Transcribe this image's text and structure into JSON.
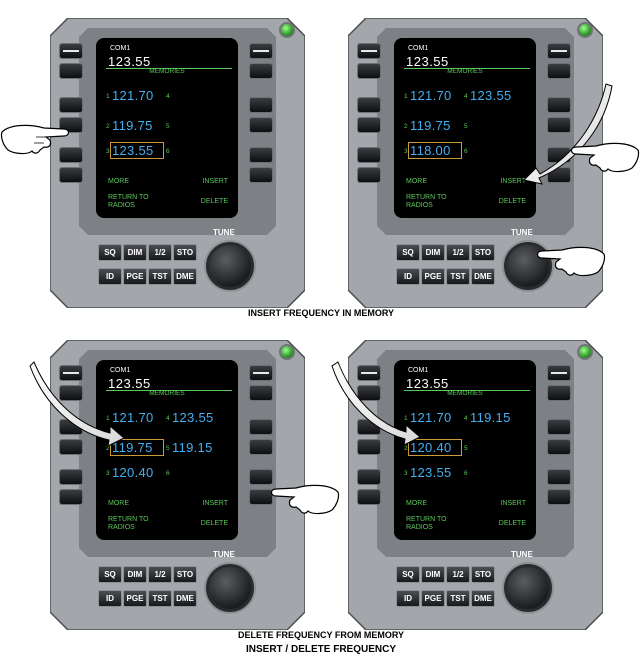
{
  "panels": [
    {
      "com_label": "COM1",
      "active": "123.55",
      "memories_title": "MEMORIES",
      "rows": [
        {
          "idx_l": "1",
          "left": "121.70",
          "idx_r": "4",
          "right": ""
        },
        {
          "idx_l": "2",
          "left": "119.75",
          "idx_r": "5",
          "right": ""
        },
        {
          "idx_l": "3",
          "left": "123.55",
          "idx_r": "6",
          "right": ""
        }
      ],
      "more": "MORE",
      "insert": "INSERT",
      "return1": "RETURN TO",
      "return2": "RADIOS",
      "delete": "DELETE"
    },
    {
      "com_label": "COM1",
      "active": "123.55",
      "memories_title": "MEMORIES",
      "rows": [
        {
          "idx_l": "1",
          "left": "121.70",
          "idx_r": "4",
          "right": "123.55"
        },
        {
          "idx_l": "2",
          "left": "119.75",
          "idx_r": "5",
          "right": ""
        },
        {
          "idx_l": "3",
          "left": "118.00",
          "idx_r": "6",
          "right": ""
        }
      ],
      "more": "MORE",
      "insert": "INSERT",
      "return1": "RETURN TO",
      "return2": "RADIOS",
      "delete": "DELETE"
    },
    {
      "com_label": "COM1",
      "active": "123.55",
      "memories_title": "MEMORIES",
      "rows": [
        {
          "idx_l": "1",
          "left": "121.70",
          "idx_r": "4",
          "right": "123.55"
        },
        {
          "idx_l": "2",
          "left": "119.75",
          "idx_r": "5",
          "right": "119.15"
        },
        {
          "idx_l": "3",
          "left": "120.40",
          "idx_r": "6",
          "right": ""
        }
      ],
      "more": "MORE",
      "insert": "INSERT",
      "return1": "RETURN TO",
      "return2": "RADIOS",
      "delete": "DELETE"
    },
    {
      "com_label": "COM1",
      "active": "123.55",
      "memories_title": "MEMORIES",
      "rows": [
        {
          "idx_l": "1",
          "left": "121.70",
          "idx_r": "4",
          "right": "119.15"
        },
        {
          "idx_l": "2",
          "left": "120.40",
          "idx_r": "5",
          "right": ""
        },
        {
          "idx_l": "3",
          "left": "123.55",
          "idx_r": "6",
          "right": ""
        }
      ],
      "more": "MORE",
      "insert": "INSERT",
      "return1": "RETURN TO",
      "return2": "RADIOS",
      "delete": "DELETE"
    }
  ],
  "keys": [
    "SQ",
    "DIM",
    "1/2",
    "STO",
    "ID",
    "PGE",
    "TST",
    "DME"
  ],
  "tune_label": "TUNE",
  "captions": {
    "insert": "INSERT FREQUENCY IN MEMORY",
    "delete": "DELETE FREQUENCY FROM MEMORY",
    "title": "INSERT / DELETE FREQUENCY"
  },
  "colors": {
    "bezel": "#a3a6aa",
    "screen_text_green": "#5ac85a",
    "screen_text_blue": "#44aef0",
    "highlight_box": "#c89a3a"
  }
}
